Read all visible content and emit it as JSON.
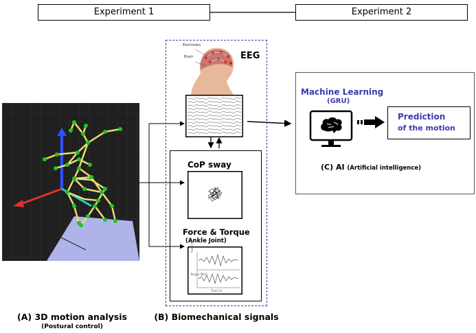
{
  "experiments": [
    "Experiment 1",
    "Experiment 2"
  ],
  "panel_a": {
    "caption": "(A) 3D motion analysis",
    "subcaption": "(Postural control)"
  },
  "panel_b": {
    "caption": "(B) Biomechanical signals",
    "eeg_label": "EEG",
    "head_labels": [
      "Electrodes",
      "Brain"
    ],
    "cop_label": "CoP sway",
    "force_label": "Force & Torque",
    "force_sub": "(Ankle Joint)",
    "force_axes": [
      "Force [N]",
      "Torque [Nm]",
      "Time [s]"
    ]
  },
  "panel_c": {
    "ml_label": "Machine Learning",
    "ml_sub": "(GRU)",
    "prediction": [
      "Prediction",
      "of the motion"
    ],
    "caption_tag": "(C) AI",
    "caption_rest": "(Artificial intelligence)"
  },
  "colors": {
    "accent_blue": "#3a3ab0",
    "dashed_border": "#3a3aa0",
    "skeleton": "#e8e070",
    "joint": "#22c422"
  }
}
